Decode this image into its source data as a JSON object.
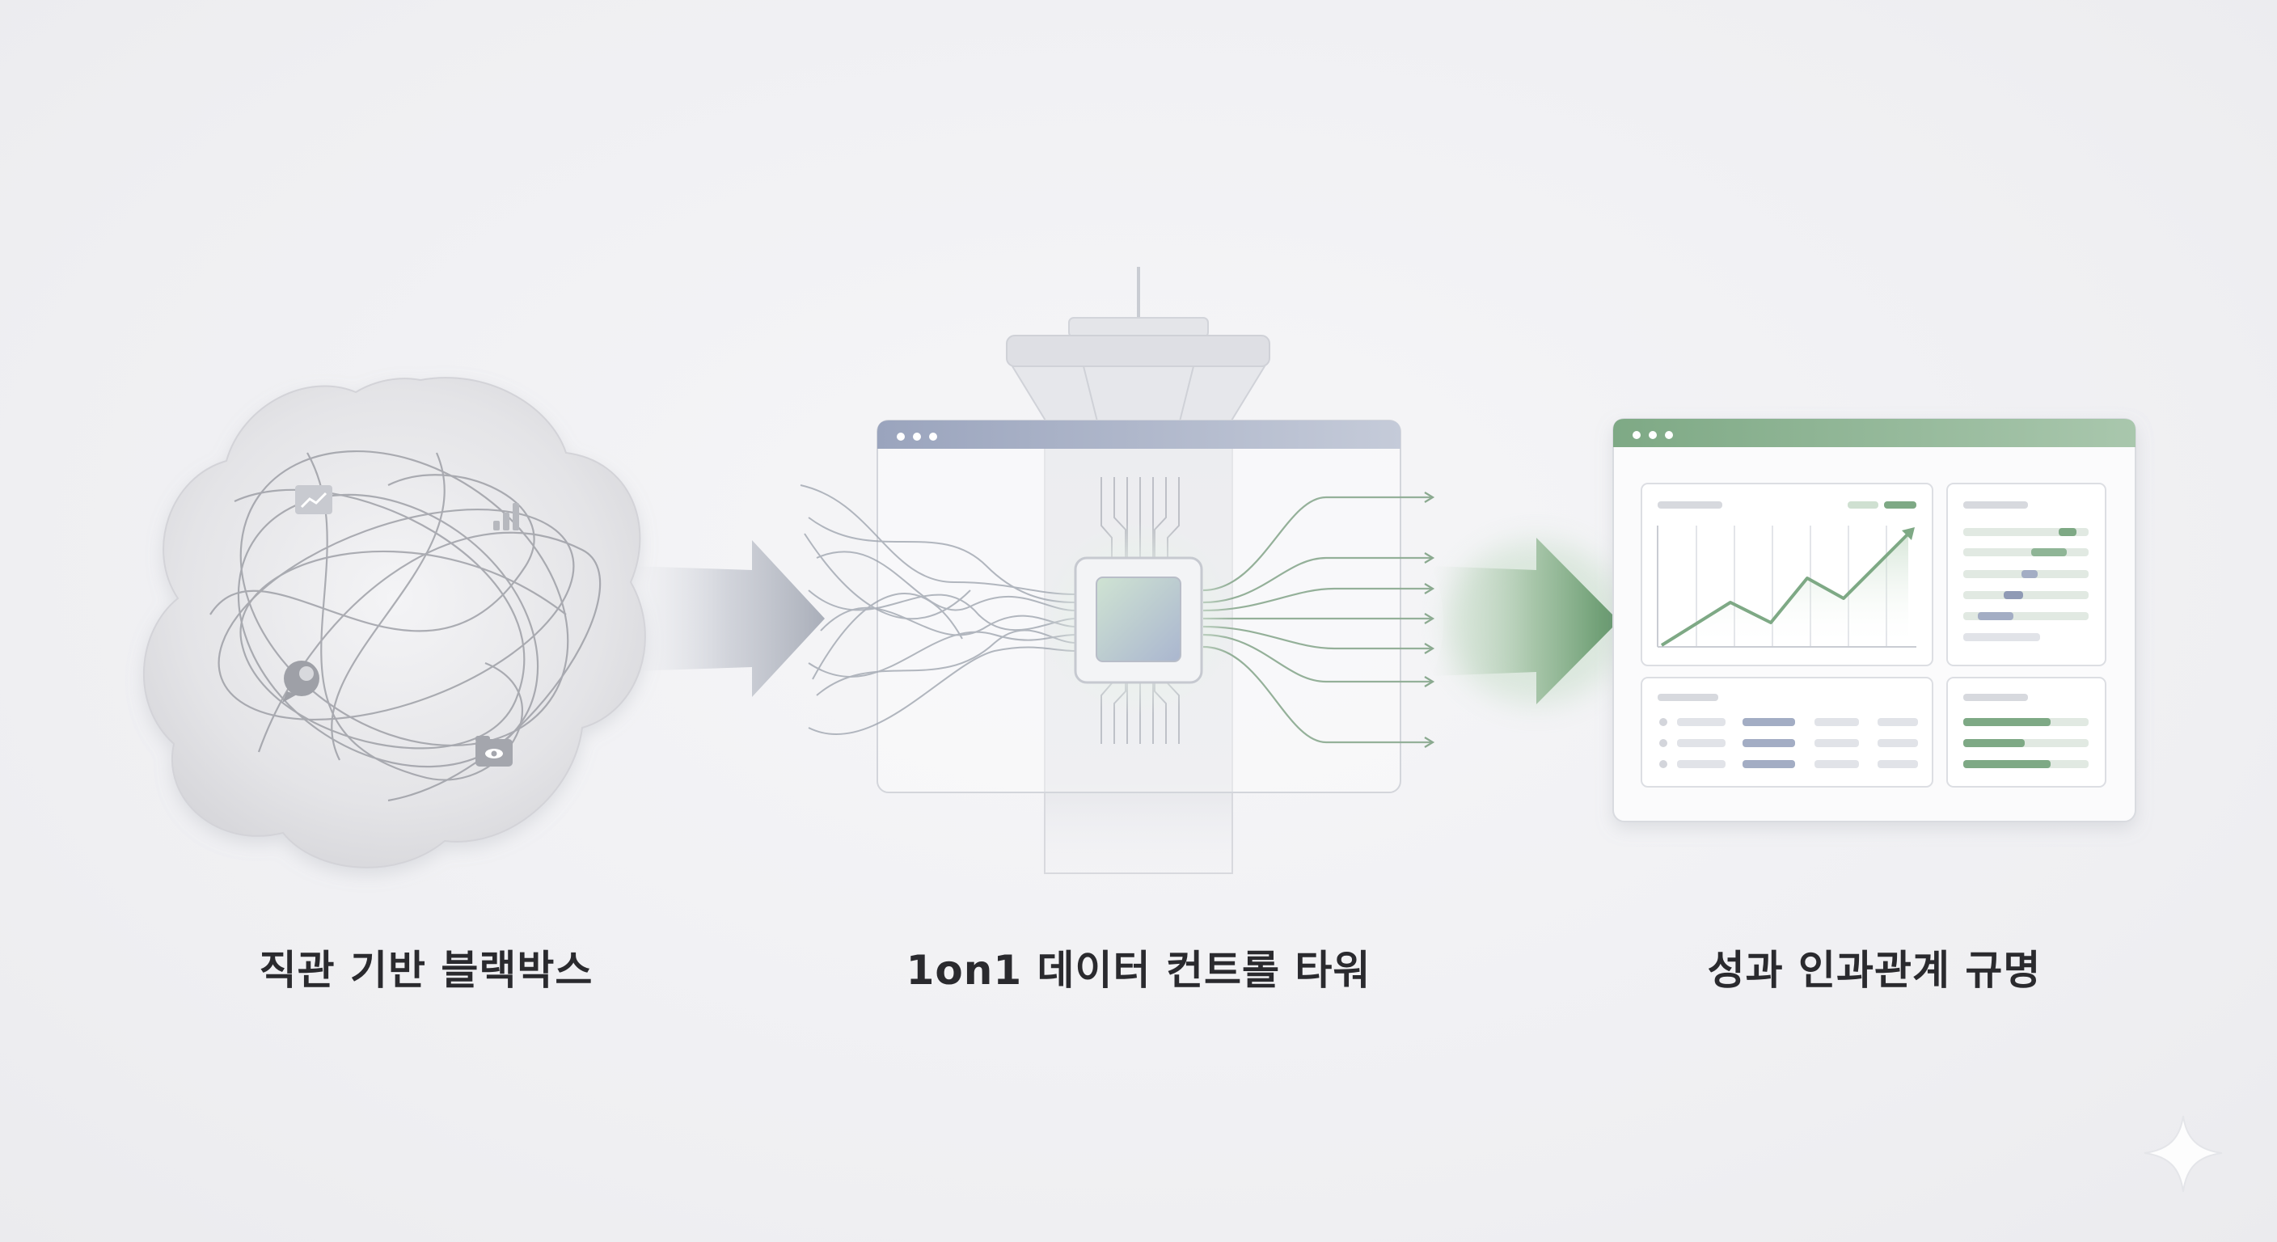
{
  "steps": [
    {
      "id": "intuition",
      "caption": "직관 기반 블랙박스"
    },
    {
      "id": "tower",
      "caption": "1on1 데이터 컨트롤 타워"
    },
    {
      "id": "causality",
      "caption": "성과 인과관계 규명"
    }
  ],
  "colors": {
    "background": "#f0f0f3",
    "cloud": "#dcdcdf",
    "arrow_gray": "#b4b8c2",
    "window_header_blue": "#a3adc4",
    "accent_green": "#6e9c74",
    "caption_text": "#2a2a2e"
  },
  "icons": {
    "cloud_icons": [
      "trend-line-icon",
      "bar-chart-icon",
      "chat-bubble-icon",
      "eye-folder-icon"
    ],
    "watermark": "sparkle-icon"
  }
}
